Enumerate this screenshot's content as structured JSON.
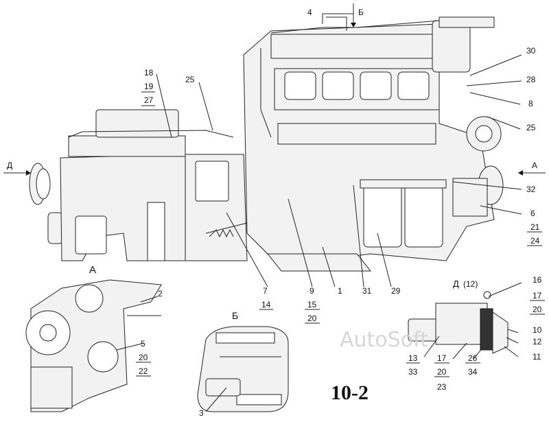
{
  "figure": {
    "title": "10-2",
    "watermark": "AutoSoft"
  },
  "views": {
    "a": {
      "letter": "А"
    },
    "b": {
      "letter": "Б"
    },
    "d": {
      "letter": "Д",
      "scale": "(12)"
    }
  },
  "callouts": {
    "c1": "1",
    "c2": "2",
    "c3": "3",
    "c4": "4",
    "c5": "5",
    "c6": "6",
    "c7": "7",
    "c8": "8",
    "c9": "9",
    "c10": "10",
    "c11": "11",
    "c12": "12",
    "c13": "13",
    "c14": "14",
    "c15": "15",
    "c16": "16",
    "c17": "17",
    "c17b": "17",
    "c18": "18",
    "c19": "19",
    "c20": "20",
    "c20b": "20",
    "c20c": "20",
    "c20d": "20",
    "c21": "21",
    "c22": "22",
    "c23": "23",
    "c24": "24",
    "c25": "25",
    "c25b": "25",
    "c26": "26",
    "c27": "27",
    "c28": "28",
    "c29": "29",
    "c30": "30",
    "c31": "31",
    "c32": "32",
    "c33": "33",
    "c34": "34"
  },
  "arrows": {
    "left": "Д",
    "right": "А",
    "top": "Б"
  }
}
